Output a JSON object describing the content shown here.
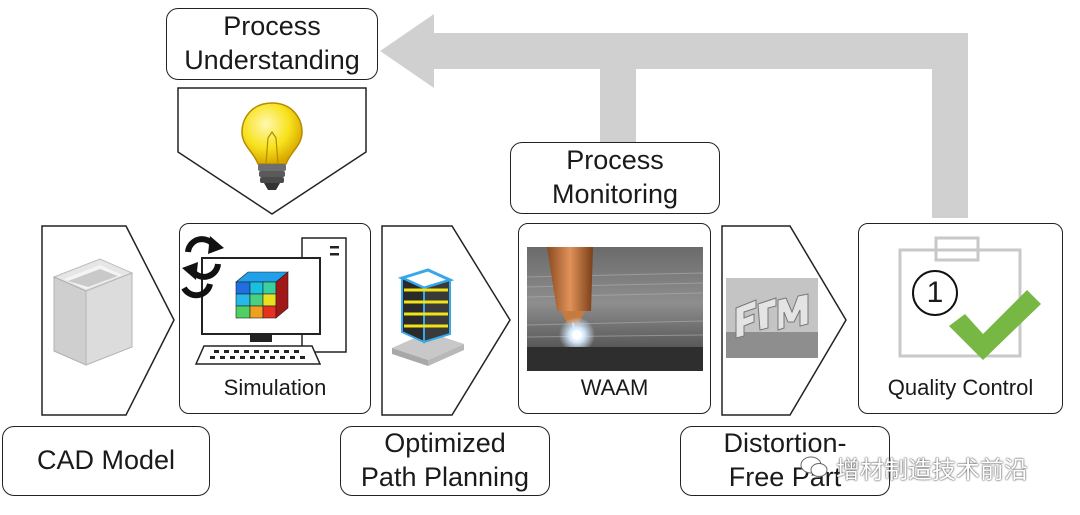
{
  "labels": {
    "process_understanding": "Process\nUnderstanding",
    "process_monitoring": "Process\nMonitoring",
    "cad_model": "CAD Model",
    "optimized_path_planning": "Optimized\nPath Planning",
    "distortion_free_part": "Distortion-\nFree Part"
  },
  "steps": {
    "simulation": "Simulation",
    "waam": "WAAM",
    "quality_control": "Quality Control"
  },
  "quality_badge_number": "1",
  "watermark": "增材制造技术前沿",
  "colors": {
    "feedback_arrow": "#d0d0d0",
    "check_green": "#76b843",
    "bulb_yellow": "#f7e21c",
    "path_yellow": "#f2e318",
    "path_blue": "#38a8e8"
  }
}
